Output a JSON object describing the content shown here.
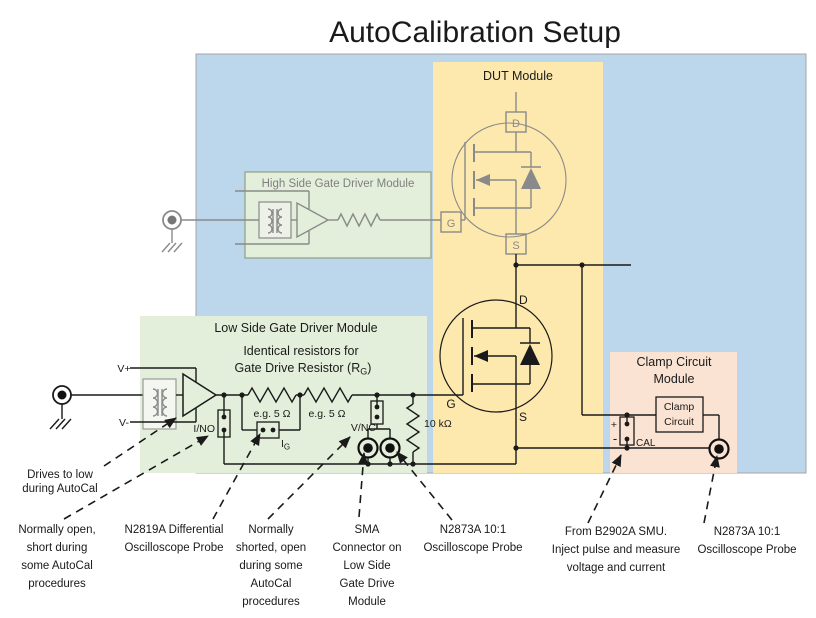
{
  "title": "AutoCalibration Setup",
  "colors": {
    "background": "#BCD7EC",
    "dut": "#FDE9AE",
    "driver": "#E4EFDB",
    "clamp": "#FAE3D3",
    "gray_circuit": "#8A8A8A",
    "black_circuit": "#1A1A1A"
  },
  "modules": {
    "dut": {
      "title": "DUT Module"
    },
    "high_side": {
      "title": "High Side Gate Driver Module"
    },
    "low_side": {
      "title": "Low Side Gate Driver Module",
      "subtitle1": "Identical resistors for",
      "subtitle2_pre": "Gate Drive Resistor (R",
      "subtitle2_sub": "G",
      "subtitle2_post": ")"
    },
    "clamp": {
      "title1": "Clamp Circuit",
      "title2": "Module",
      "box1": "Clamp",
      "box2": "Circuit"
    }
  },
  "circuit": {
    "v_plus": "V+",
    "v_minus": "V-",
    "r1_label": "e.g. 5 Ω",
    "r2_label": "e.g. 5 Ω",
    "r_pull_label": "10 kΩ",
    "sw_ino": "I/NO",
    "sw_ig_main": "I",
    "sw_ig_sub": "G",
    "sw_vnc": "V/NC",
    "cal_label": "CAL",
    "cal_plus": "+",
    "cal_minus": "-",
    "fet_top": {
      "d": "D",
      "g": "G",
      "s": "S"
    },
    "fet_bottom": {
      "d": "D",
      "g": "G",
      "s": "S"
    }
  },
  "annotations": [
    {
      "id": "drives-low",
      "lines": [
        "Drives to low",
        "during AutoCal"
      ]
    },
    {
      "id": "normally-open",
      "lines": [
        "Normally open,",
        "short during",
        "some AutoCal",
        "procedures"
      ]
    },
    {
      "id": "n2819a",
      "lines": [
        "N2819A Differential",
        "Oscilloscope Probe"
      ]
    },
    {
      "id": "normally-shorted",
      "lines": [
        "Normally",
        "shorted, open",
        "during some",
        "AutoCal",
        "procedures"
      ]
    },
    {
      "id": "sma",
      "lines": [
        "SMA",
        "Connector on",
        "Low Side",
        "Gate Drive",
        "Module"
      ]
    },
    {
      "id": "n2873a-left",
      "lines": [
        "N2873A 10:1",
        "Oscilloscope Probe"
      ]
    },
    {
      "id": "b2902a",
      "lines": [
        "From B2902A SMU.",
        "Inject pulse and measure",
        "voltage and current"
      ]
    },
    {
      "id": "n2873a-right",
      "lines": [
        "N2873A 10:1",
        "Oscilloscope Probe"
      ]
    }
  ]
}
